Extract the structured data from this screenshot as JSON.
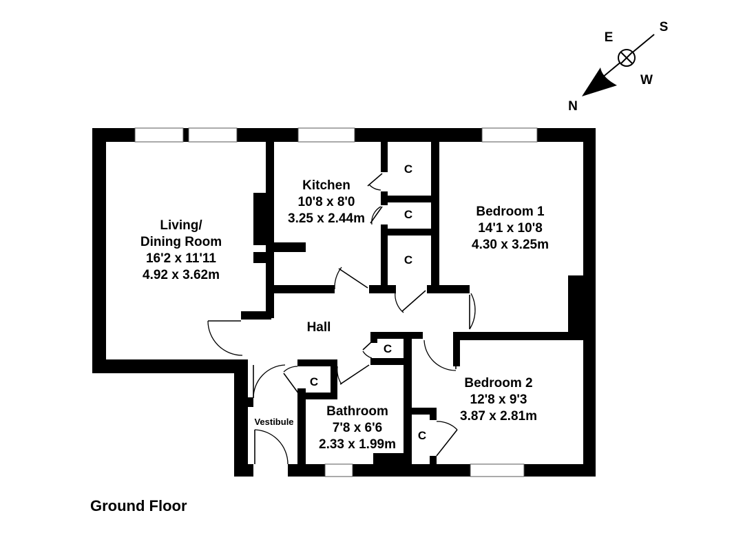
{
  "floor_label": "Ground Floor",
  "compass": {
    "north": "N",
    "east": "E",
    "south": "S",
    "west": "W"
  },
  "rooms": {
    "living": {
      "line1": "Living/",
      "line2": "Dining Room",
      "imperial": "16'2 x 11'11",
      "metric": "4.92 x 3.62m"
    },
    "kitchen": {
      "name": "Kitchen",
      "imperial": "10'8 x 8'0",
      "metric": "3.25 x 2.44m"
    },
    "bedroom1": {
      "name": "Bedroom 1",
      "imperial": "14'1 x 10'8",
      "metric": "4.30 x 3.25m"
    },
    "bedroom2": {
      "name": "Bedroom 2",
      "imperial": "12'8 x 9'3",
      "metric": "3.87 x 2.81m"
    },
    "bathroom": {
      "name": "Bathroom",
      "imperial": "7'8 x 6'6",
      "metric": "2.33 x 1.99m"
    },
    "hall": {
      "name": "Hall"
    },
    "vestibule": {
      "name": "Vestibule"
    }
  },
  "cupboards": {
    "c1": "C",
    "c2": "C",
    "c3": "C",
    "c4": "C",
    "c5": "C",
    "c6": "C"
  }
}
